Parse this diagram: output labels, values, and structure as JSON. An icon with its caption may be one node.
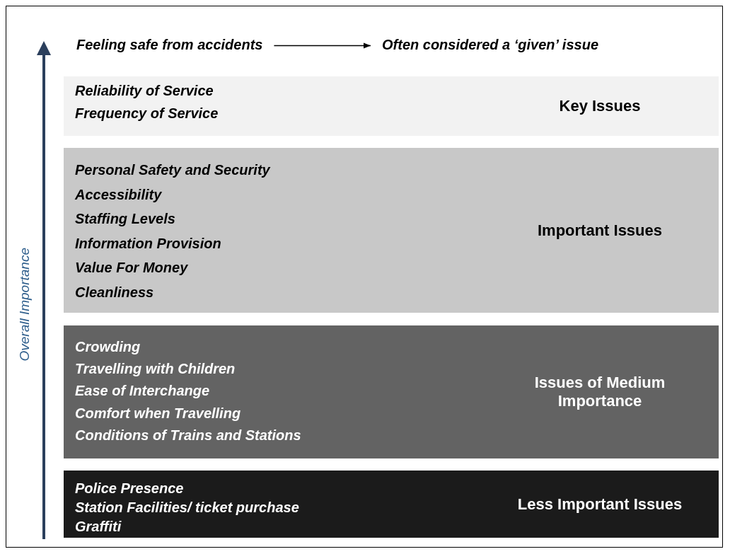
{
  "diagram": {
    "nodes": [
      {
        "text": [
          "Feeling safe from accidents"
        ]
      },
      {
        "text": [
          "Often considered a ‘given’ issue"
        ]
      },
      {
        "text": [
          "Reliability of Service",
          "Frequency of Service",
          "Key Issues"
        ]
      },
      {
        "text": [
          "Personal Safety and Security",
          "Accessibility",
          "Staffing Levels",
          "Information Provision",
          "Value For Money",
          "Cleanliness",
          "Important Issues"
        ]
      },
      {
        "text": [
          "Crowding",
          "Travelling with Children",
          "Ease of Interchange",
          "Comfort when Travelling",
          "Conditions of Trains and Stations",
          "Issues of Medium Importance"
        ]
      },
      {
        "text": [
          "Police Presence",
          "Station Facilities/ ticket purchase",
          "Graffiti",
          "Less Important Issues"
        ]
      }
    ],
    "edges": [
      {
        "from": 0,
        "to": 1,
        "arrow": "to"
      }
    ],
    "labels": [
      "Overall Importance"
    ]
  }
}
